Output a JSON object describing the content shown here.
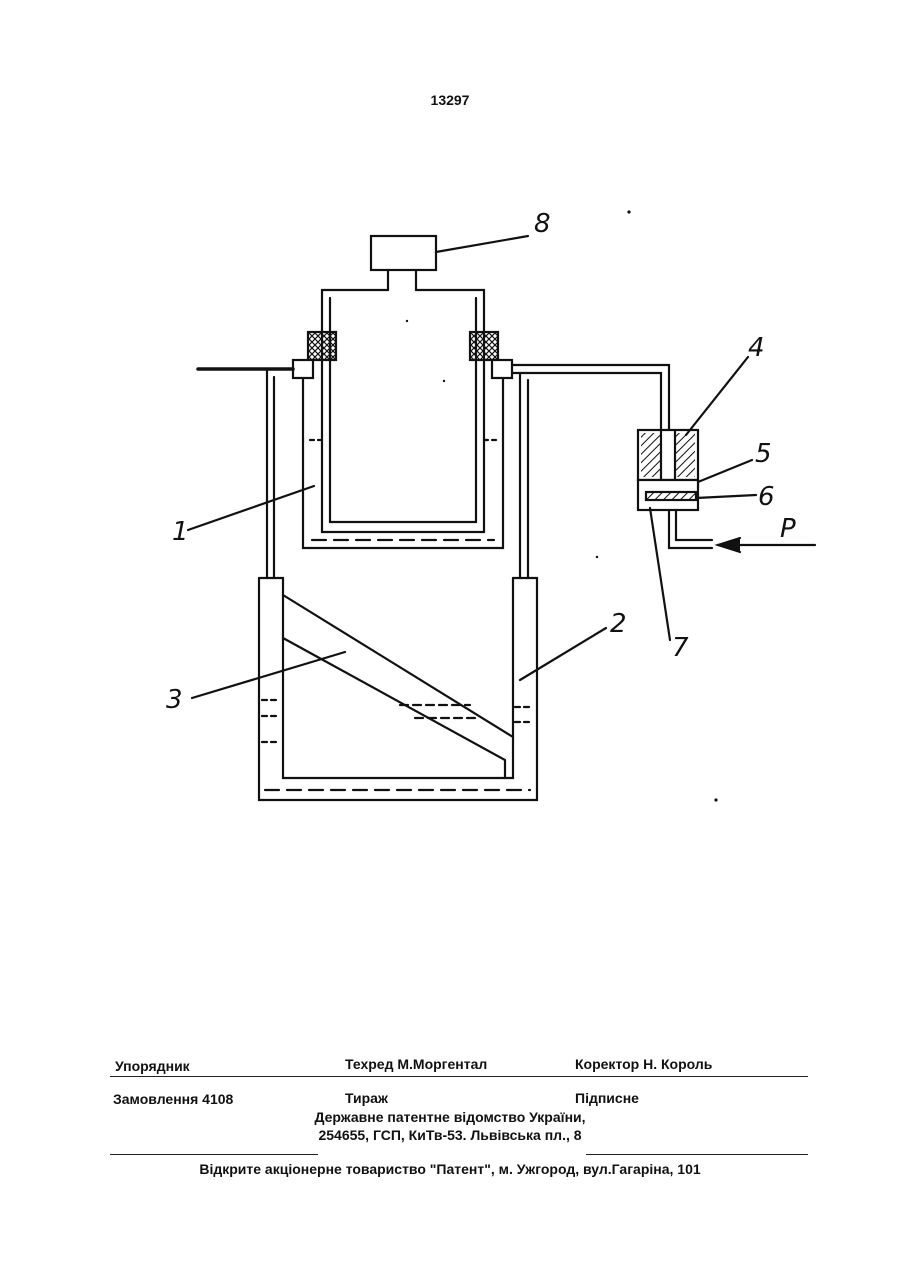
{
  "page_number": "13297",
  "figure": {
    "labels": {
      "l1": "1",
      "l2": "2",
      "l3": "3",
      "l4": "4",
      "l5": "5",
      "l6": "6",
      "l7": "7",
      "l8": "8",
      "pressure": "P"
    }
  },
  "imprint": {
    "compiler": "Упорядник",
    "techred": "Техред М.Моргентал",
    "corrector": "Коректор Н. Король",
    "order": "Замовлення 4108",
    "circulation": "Тираж",
    "subscription": "Підписне",
    "office_line1": "Державне патентне відомство України,",
    "office_line2": "254655, ГСП, КиТв-53. Львівська пл., 8",
    "publisher": "Відкрите акціонерне товариство \"Патент\", м. Ужгород, вул.Гагаріна, 101"
  }
}
